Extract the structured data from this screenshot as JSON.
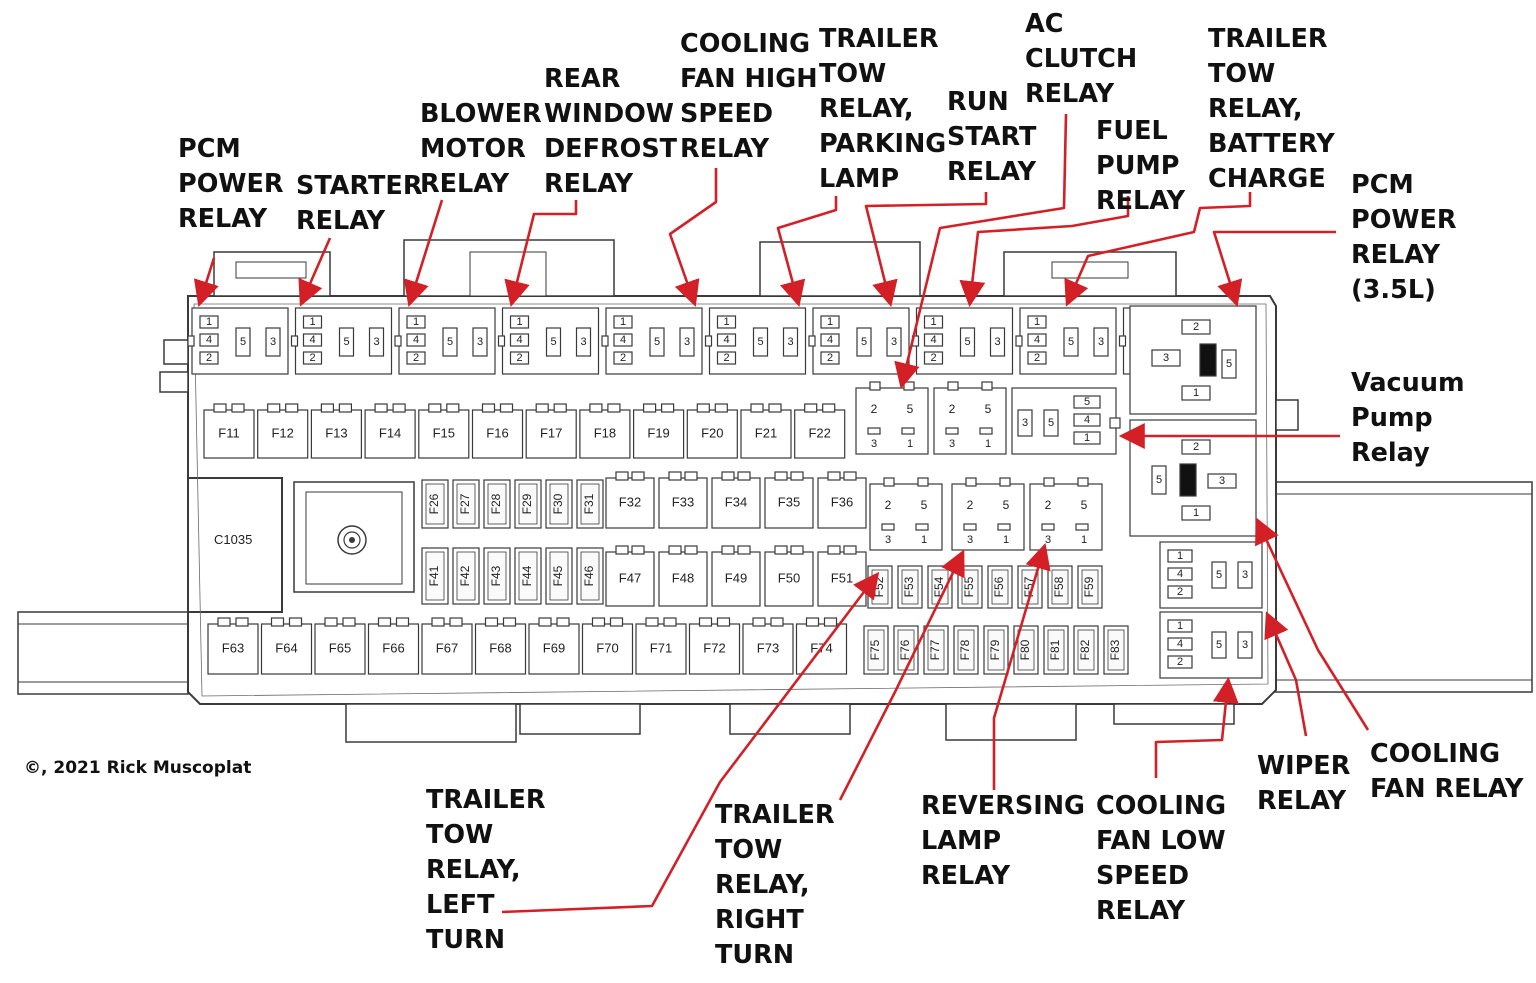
{
  "copyright": "©, 2021 Rick Muscoplat",
  "connector_label": "C1035",
  "labels": {
    "pcm_power_relay": "PCM\nPOWER\nRELAY",
    "starter_relay": "STARTER\nRELAY",
    "blower_motor_relay": "BLOWER\nMOTOR\nRELAY",
    "rear_window_defrost_relay": "REAR\nWINDOW\nDEFROST\nRELAY",
    "cooling_fan_high_speed_relay": "COOLING\nFAN HIGH\nSPEED\nRELAY",
    "trailer_tow_parking_lamp": "TRAILER\nTOW\nRELAY,\nPARKING\nLAMP",
    "run_start_relay": "RUN\nSTART\nRELAY",
    "ac_clutch_relay": "AC\nCLUTCH\nRELAY",
    "fuel_pump_relay": "FUEL\nPUMP\nRELAY",
    "trailer_tow_battery_charge": "TRAILER\nTOW\nRELAY,\nBATTERY\nCHARGE",
    "pcm_power_relay_35l": "PCM\nPOWER\nRELAY\n(3.5L)",
    "vacuum_pump_relay": "Vacuum\nPump\nRelay",
    "trailer_tow_left_turn": "TRAILER\nTOW\nRELAY,\nLEFT\nTURN",
    "trailer_tow_right_turn": "TRAILER\nTOW\nRELAY,\nRIGHT\nTURN",
    "reversing_lamp_relay": "REVERSING\nLAMP\nRELAY",
    "cooling_fan_low_speed_relay": "COOLING\nFAN LOW\nSPEED\nRELAY",
    "wiper_relay": "WIPER\nRELAY",
    "cooling_fan_relay": "COOLING\nFAN RELAY"
  },
  "fuses": {
    "row1": [
      "F11",
      "F12",
      "F13",
      "F14",
      "F15",
      "F16",
      "F17",
      "F18",
      "F19",
      "F20",
      "F21",
      "F22"
    ],
    "mini_top": [
      "F26",
      "F27",
      "F28",
      "F29",
      "F30",
      "F31"
    ],
    "mini_bottom": [
      "F41",
      "F42",
      "F43",
      "F44",
      "F45",
      "F46"
    ],
    "cart_top": [
      "F32",
      "F33",
      "F34",
      "F35",
      "F36"
    ],
    "cart_bottom": [
      "F47",
      "F48",
      "F49",
      "F50",
      "F51"
    ],
    "mini_right_top": [
      "F52",
      "F53",
      "F54",
      "F55",
      "F56",
      "F57",
      "F58",
      "F59"
    ],
    "mini_right_bottom": [
      "F75",
      "F76",
      "F77",
      "F78",
      "F79",
      "F80",
      "F81",
      "F82",
      "F83"
    ],
    "row_bottom": [
      "F63",
      "F64",
      "F65",
      "F66",
      "F67",
      "F68",
      "F69",
      "F70",
      "F71",
      "F72",
      "F73",
      "F74"
    ]
  },
  "pins": {
    "mini_relay": [
      "1",
      "4",
      "2",
      "5",
      "3"
    ],
    "square_relay": [
      "2",
      "5",
      "3",
      "1"
    ],
    "large_relay_top": [
      "2",
      "3",
      "5",
      "1"
    ],
    "large_relay_bottom": [
      "2",
      "5",
      "3",
      "1"
    ],
    "side_relay": [
      "3",
      "4",
      "1",
      "5",
      "5"
    ],
    "right_relay": [
      "1",
      "4",
      "2",
      "5",
      "3"
    ]
  },
  "colors": {
    "leader": "#d32027",
    "outline": "#3a3a3a",
    "fill": "#f4f4f4",
    "text": "#111111"
  }
}
